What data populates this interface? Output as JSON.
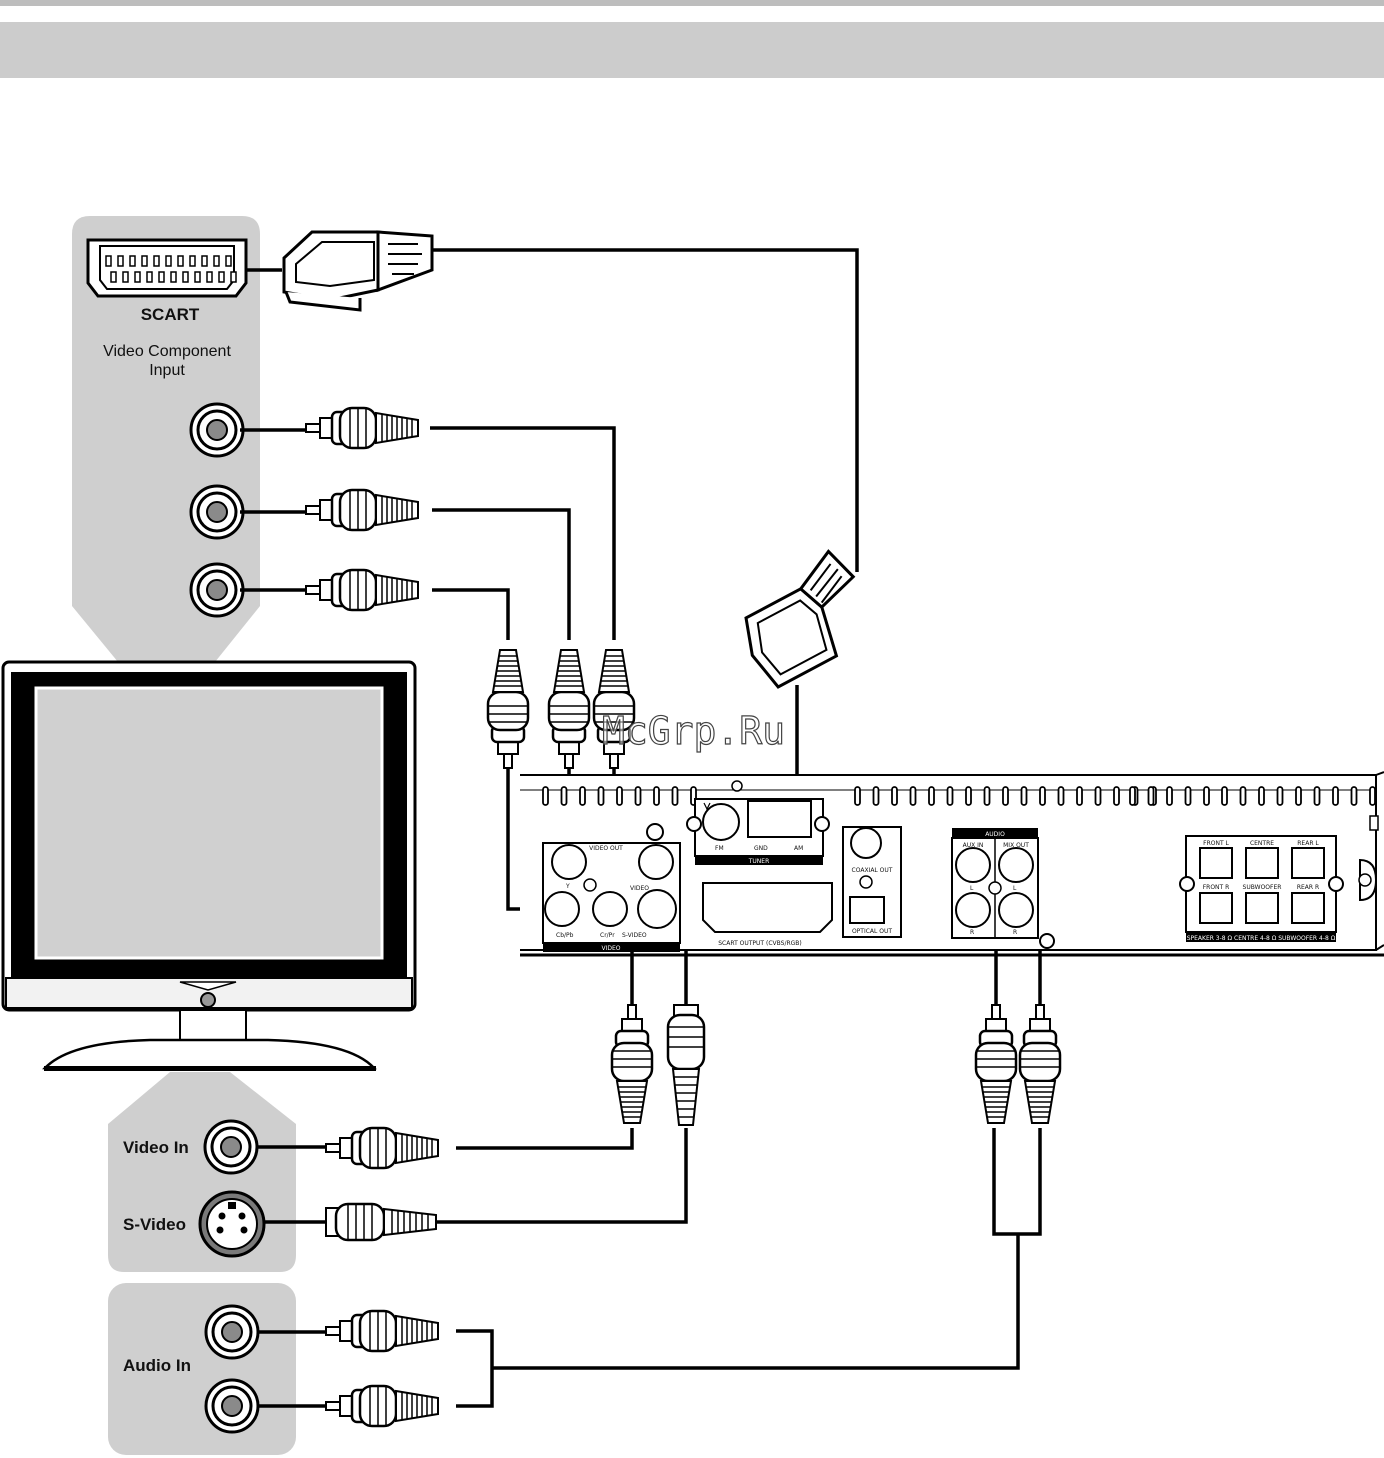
{
  "tv_panel": {
    "scart_label": "SCART",
    "component_label_line1": "Video Component",
    "component_label_line2": "Input"
  },
  "tv_inputs": {
    "video_in": "Video In",
    "s_video": "S-Video",
    "audio_in": "Audio In"
  },
  "watermark": "McGrp.Ru",
  "player_panel": {
    "video_out": "VIDEO OUT",
    "y": "Y",
    "cb_pb": "Cb/Pb",
    "cr_pr": "Cr/Pr",
    "video_jack": "VIDEO",
    "s_video_jack": "S-VIDEO",
    "video_group": "VIDEO",
    "fm": "FM",
    "gnd": "GND",
    "am": "AM",
    "tuner": "TUNER",
    "coaxial_out": "COAXIAL OUT",
    "optical_out": "OPTICAL OUT",
    "scart_output": "SCART OUTPUT (CVBS/RGB)",
    "audio": "AUDIO",
    "aux_in": "AUX IN",
    "mix_out": "MIX OUT",
    "l1": "L",
    "r1": "R",
    "l2": "L",
    "r2": "R",
    "front_l": "FRONT L",
    "centre": "CENTRE",
    "rear_l": "REAR L",
    "front_r": "FRONT R",
    "subwoofer": "SUBWOOFER",
    "rear_r": "REAR R",
    "speaker_note": "SPEAKER 3-8 Ω CENTRE 4-8 Ω SUBWOOFER 4-8 Ω"
  },
  "colors": {
    "panel_gray": "#cfcfcf",
    "header_bar": "#cccccc",
    "line": "#000000"
  }
}
